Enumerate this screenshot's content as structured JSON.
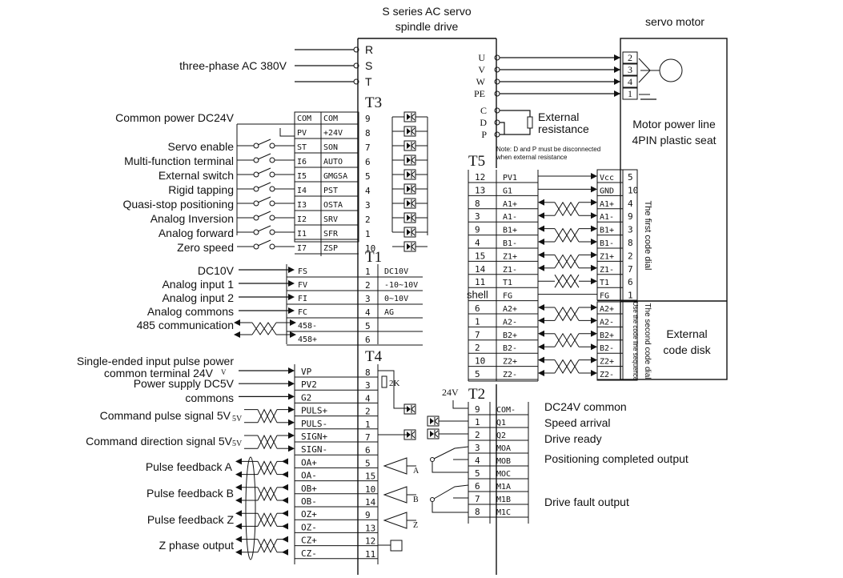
{
  "drive": {
    "title_line1": "S series AC servo",
    "title_line2": "spindle drive"
  },
  "motor": {
    "title": "servo motor",
    "power_line": "Motor power line",
    "power_seat": "4PIN plastic seat",
    "encoder_box": "External",
    "encoder_box2": "code disk"
  },
  "power": {
    "label": "three-phase AC 380V",
    "terminals": [
      "R",
      "S",
      "T"
    ]
  },
  "motor_terminals": [
    {
      "drive": "U",
      "motor": "2"
    },
    {
      "drive": "V",
      "motor": "3"
    },
    {
      "drive": "W",
      "motor": "4"
    },
    {
      "drive": "PE",
      "motor": "1"
    }
  ],
  "resistor": {
    "terminals": [
      "C",
      "D",
      "P"
    ],
    "label1": "External",
    "label2": "resistance",
    "note1": "Note: D and P must be disconnected",
    "note2": "when external resistance"
  },
  "t3": {
    "name": "T3",
    "rows": [
      {
        "label": "Common power DC24V",
        "a": "COM",
        "b": "COM",
        "pin": "9"
      },
      {
        "label": "",
        "a": "PV",
        "b": "+24V",
        "pin": "8"
      },
      {
        "label": "Servo enable",
        "a": "ST",
        "b": "SON",
        "pin": "7"
      },
      {
        "label": "Multi-function terminal",
        "a": "I6",
        "b": "AUTO",
        "pin": "6"
      },
      {
        "label": "External switch",
        "a": "I5",
        "b": "GMGSA",
        "pin": "5"
      },
      {
        "label": "Rigid tapping",
        "a": "I4",
        "b": "PST",
        "pin": "4"
      },
      {
        "label": "Quasi-stop positioning",
        "a": "I3",
        "b": "OSTA",
        "pin": "3"
      },
      {
        "label": "Analog Inversion",
        "a": "I2",
        "b": "SRV",
        "pin": "2"
      },
      {
        "label": "Analog forward",
        "a": "I1",
        "b": "SFR",
        "pin": "1"
      },
      {
        "label": "Zero speed",
        "a": "I7",
        "b": "ZSP",
        "pin": "10"
      }
    ]
  },
  "t1": {
    "name": "T1",
    "rows": [
      {
        "label": "DC10V",
        "sig": "FS",
        "pin": "1",
        "note": "DC10V"
      },
      {
        "label": "Analog input 1",
        "sig": "FV",
        "pin": "2",
        "note": "-10~10V"
      },
      {
        "label": "Analog input 2",
        "sig": "FI",
        "pin": "3",
        "note": "0~10V"
      },
      {
        "label": "Analog commons",
        "sig": "FC",
        "pin": "4",
        "note": "AG"
      },
      {
        "label": "485 communication",
        "sig": "458-",
        "pin": "5",
        "note": ""
      },
      {
        "label": "",
        "sig": "458+",
        "pin": "6",
        "note": ""
      }
    ]
  },
  "t4": {
    "name": "T4",
    "labels": [
      "Single-ended input pulse power",
      "common terminal 24V",
      "Power supply DC5V",
      "commons",
      "Command pulse signal 5V",
      "Command direction signal 5V",
      "Pulse feedback A",
      "Pulse feedback B",
      "Pulse feedback Z",
      "Z phase output"
    ],
    "rows": [
      {
        "sig": "VP",
        "pin": "8"
      },
      {
        "sig": "PV2",
        "pin": "3"
      },
      {
        "sig": "G2",
        "pin": "4"
      },
      {
        "sig": "PULS+",
        "pin": "2"
      },
      {
        "sig": "PULS-",
        "pin": "1"
      },
      {
        "sig": "SIGN+",
        "pin": "7"
      },
      {
        "sig": "SIGN-",
        "pin": "6"
      },
      {
        "sig": "OA+",
        "pin": "5"
      },
      {
        "sig": "OA-",
        "pin": "15"
      },
      {
        "sig": "OB+",
        "pin": "10"
      },
      {
        "sig": "OB-",
        "pin": "14"
      },
      {
        "sig": "OZ+",
        "pin": "9"
      },
      {
        "sig": "OZ-",
        "pin": "13"
      },
      {
        "sig": "CZ+",
        "pin": "12"
      },
      {
        "sig": "CZ-",
        "pin": "11"
      }
    ],
    "marks": {
      "v": "V",
      "v5a": "5V",
      "v5b": "5V",
      "r2k": "2K",
      "a": "A",
      "b": "B",
      "z": "Z"
    }
  },
  "t2": {
    "name": "T2",
    "v24": "24V",
    "rows": [
      {
        "pin": "9",
        "sig": "COM-"
      },
      {
        "pin": "1",
        "sig": "Q1"
      },
      {
        "pin": "2",
        "sig": "Q2"
      },
      {
        "pin": "3",
        "sig": "MOA"
      },
      {
        "pin": "4",
        "sig": "MOB"
      },
      {
        "pin": "5",
        "sig": "MOC"
      },
      {
        "pin": "6",
        "sig": "M1A"
      },
      {
        "pin": "7",
        "sig": "M1B"
      },
      {
        "pin": "8",
        "sig": "M1C"
      }
    ],
    "labels": [
      "DC24V common",
      "Speed arrival",
      "Drive ready",
      "Positioning completed output",
      "Drive fault output"
    ]
  },
  "t5": {
    "name": "T5",
    "rows": [
      {
        "pin": "12",
        "sig": "PV1",
        "m": "Vcc",
        "mp": "5"
      },
      {
        "pin": "13",
        "sig": "G1",
        "m": "GND",
        "mp": "10"
      },
      {
        "pin": "8",
        "sig": "A1+",
        "m": "A1+",
        "mp": "4"
      },
      {
        "pin": "3",
        "sig": "A1-",
        "m": "A1-",
        "mp": "9"
      },
      {
        "pin": "9",
        "sig": "B1+",
        "m": "B1+",
        "mp": "3"
      },
      {
        "pin": "4",
        "sig": "B1-",
        "m": "B1-",
        "mp": "8"
      },
      {
        "pin": "15",
        "sig": "Z1+",
        "m": "Z1+",
        "mp": "2"
      },
      {
        "pin": "14",
        "sig": "Z1-",
        "m": "Z1-",
        "mp": "7"
      },
      {
        "pin": "11",
        "sig": "T1",
        "m": "T1",
        "mp": "6"
      },
      {
        "pin": "shell",
        "sig": "FG",
        "m": "FG",
        "mp": "1"
      },
      {
        "pin": "6",
        "sig": "A2+",
        "m": "A2+",
        "mp": ""
      },
      {
        "pin": "1",
        "sig": "A2-",
        "m": "A2-",
        "mp": ""
      },
      {
        "pin": "7",
        "sig": "B2+",
        "m": "B2+",
        "mp": ""
      },
      {
        "pin": "2",
        "sig": "B2-",
        "m": "B2-",
        "mp": ""
      },
      {
        "pin": "10",
        "sig": "Z2+",
        "m": "Z2+",
        "mp": ""
      },
      {
        "pin": "5",
        "sig": "Z2-",
        "m": "Z2-",
        "mp": ""
      }
    ],
    "dial1": "The first code dial",
    "dial2": "The second code dial",
    "dial2b": "Use the code line sequence"
  }
}
